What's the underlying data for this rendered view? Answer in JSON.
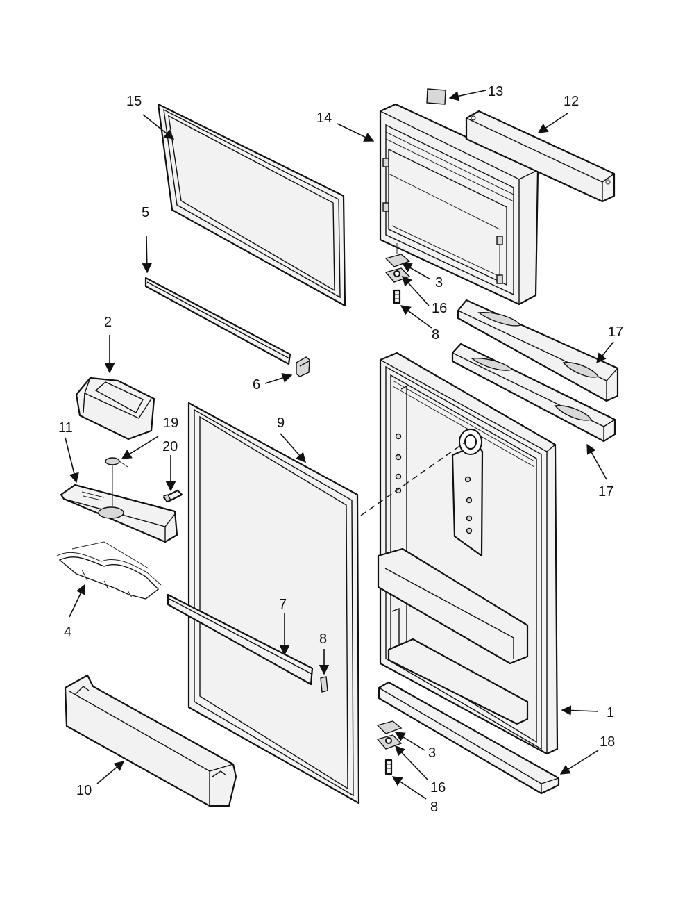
{
  "callouts": [
    {
      "id": "c15",
      "label": "15"
    },
    {
      "id": "c14",
      "label": "14"
    },
    {
      "id": "c13",
      "label": "13"
    },
    {
      "id": "c12",
      "label": "12"
    },
    {
      "id": "c5",
      "label": "5"
    },
    {
      "id": "c3a",
      "label": "3"
    },
    {
      "id": "c16a",
      "label": "16"
    },
    {
      "id": "c8a",
      "label": "8"
    },
    {
      "id": "c2",
      "label": "2"
    },
    {
      "id": "c17a",
      "label": "17"
    },
    {
      "id": "c6",
      "label": "6"
    },
    {
      "id": "c19",
      "label": "19"
    },
    {
      "id": "c9",
      "label": "9"
    },
    {
      "id": "c11",
      "label": "11"
    },
    {
      "id": "c20",
      "label": "20"
    },
    {
      "id": "c17b",
      "label": "17"
    },
    {
      "id": "c4",
      "label": "4"
    },
    {
      "id": "c7",
      "label": "7"
    },
    {
      "id": "c8b",
      "label": "8"
    },
    {
      "id": "c1",
      "label": "1"
    },
    {
      "id": "c18",
      "label": "18"
    },
    {
      "id": "c3b",
      "label": "3"
    },
    {
      "id": "c10",
      "label": "10"
    },
    {
      "id": "c16b",
      "label": "16"
    },
    {
      "id": "c8c",
      "label": "8"
    }
  ]
}
